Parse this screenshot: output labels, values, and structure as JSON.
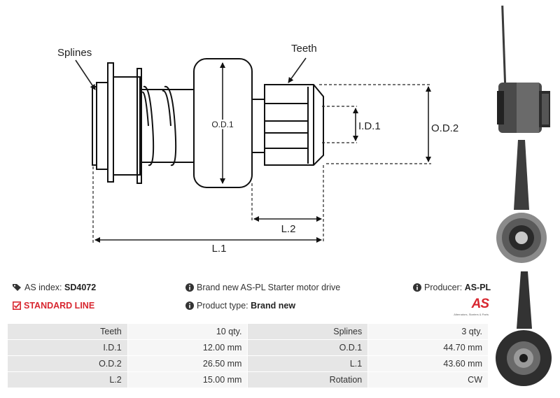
{
  "diagram": {
    "splines_label": "Splines",
    "teeth_label": "Teeth",
    "od1_label": "O.D.1",
    "id1_label": "I.D.1",
    "od2_label": "O.D.2",
    "l2_label": "L.2",
    "l1_label": "L.1"
  },
  "info": {
    "as_index_label": "AS index:",
    "as_index_value": "SD4072",
    "standard_line": "STANDARD LINE",
    "description": "Brand new AS-PL Starter motor drive",
    "product_type_label": "Product type:",
    "product_type_value": "Brand new",
    "producer_label": "Producer:",
    "producer_value": "AS-PL"
  },
  "logo": {
    "mark": "AS",
    "tagline": "Alternators, Starters & Parts"
  },
  "specs": [
    [
      {
        "k": "Teeth",
        "v": "10 qty."
      },
      {
        "k": "Splines",
        "v": "3 qty."
      }
    ],
    [
      {
        "k": "I.D.1",
        "v": "12.00 mm"
      },
      {
        "k": "O.D.1",
        "v": "44.70 mm"
      }
    ],
    [
      {
        "k": "O.D.2",
        "v": "26.50 mm"
      },
      {
        "k": "L.1",
        "v": "43.60 mm"
      }
    ],
    [
      {
        "k": "L.2",
        "v": "15.00 mm"
      },
      {
        "k": "Rotation",
        "v": "CW"
      }
    ]
  ],
  "colors": {
    "accent_red": "#d8262f",
    "table_key_bg": "#e6e6e6",
    "table_value_bg": "#f6f6f6"
  }
}
